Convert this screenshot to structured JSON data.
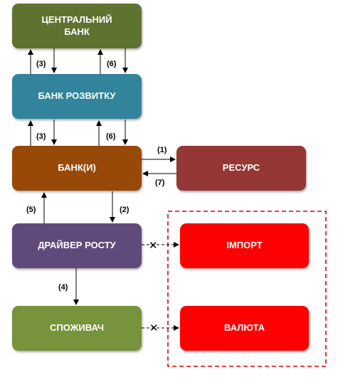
{
  "nodes": {
    "central_bank": {
      "label": "ЦЕНТРАЛЬНИЙ\nБАНК",
      "color": "#5e7330"
    },
    "dev_bank": {
      "label": "БАНК РОЗВИТКУ",
      "color": "#31849b"
    },
    "banks": {
      "label": "БАНК(И)",
      "color": "#984807"
    },
    "resource": {
      "label": "РЕСУРС",
      "color": "#953735"
    },
    "growth_driver": {
      "label": "ДРАЙВЕР РОСТУ",
      "color": "#604a7b"
    },
    "consumer": {
      "label": "СПОЖИВАЧ",
      "color": "#77933c"
    },
    "import": {
      "label": "ІМПОРТ",
      "color": "#ff0000"
    },
    "currency": {
      "label": "ВАЛЮТА",
      "color": "#ff0000"
    }
  },
  "edge_labels": {
    "l3_top": "(3)",
    "l6_top": "(6)",
    "l3_mid": "(3)",
    "l6_mid": "(6)",
    "l1": "(1)",
    "l7": "(7)",
    "l5": "(5)",
    "l2": "(2)",
    "l4": "(4)"
  },
  "blocked_marks": {
    "import_x": "✕",
    "currency_x": "✕"
  },
  "colors": {
    "dashed_frame": "#e00000",
    "arrow": "#000000"
  }
}
